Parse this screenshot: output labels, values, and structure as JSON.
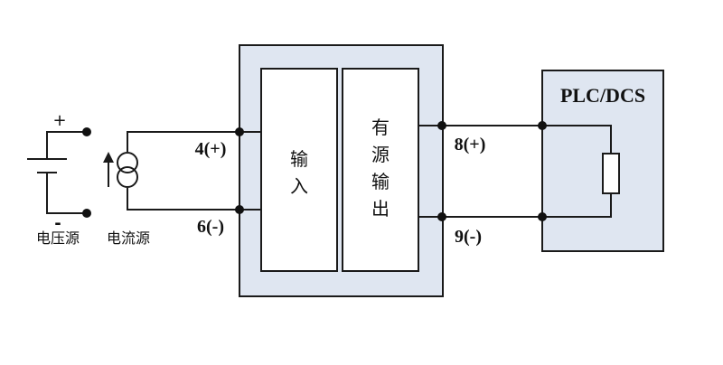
{
  "colors": {
    "module_fill": "#dfe6f1",
    "inner_fill": "#ffffff",
    "line": "#1a1a1a"
  },
  "voltage_source": {
    "plus": "+",
    "minus": "-",
    "label": "电压源"
  },
  "current_source": {
    "label": "电流源"
  },
  "module": {
    "input_label": [
      "输",
      "入"
    ],
    "output_label": [
      "有",
      "源",
      "输",
      "出"
    ],
    "terminal_4": "4(+)",
    "terminal_6": "6(-)",
    "terminal_8": "8(+)",
    "terminal_9": "9(-)"
  },
  "plc": {
    "title": "PLC/DCS"
  }
}
